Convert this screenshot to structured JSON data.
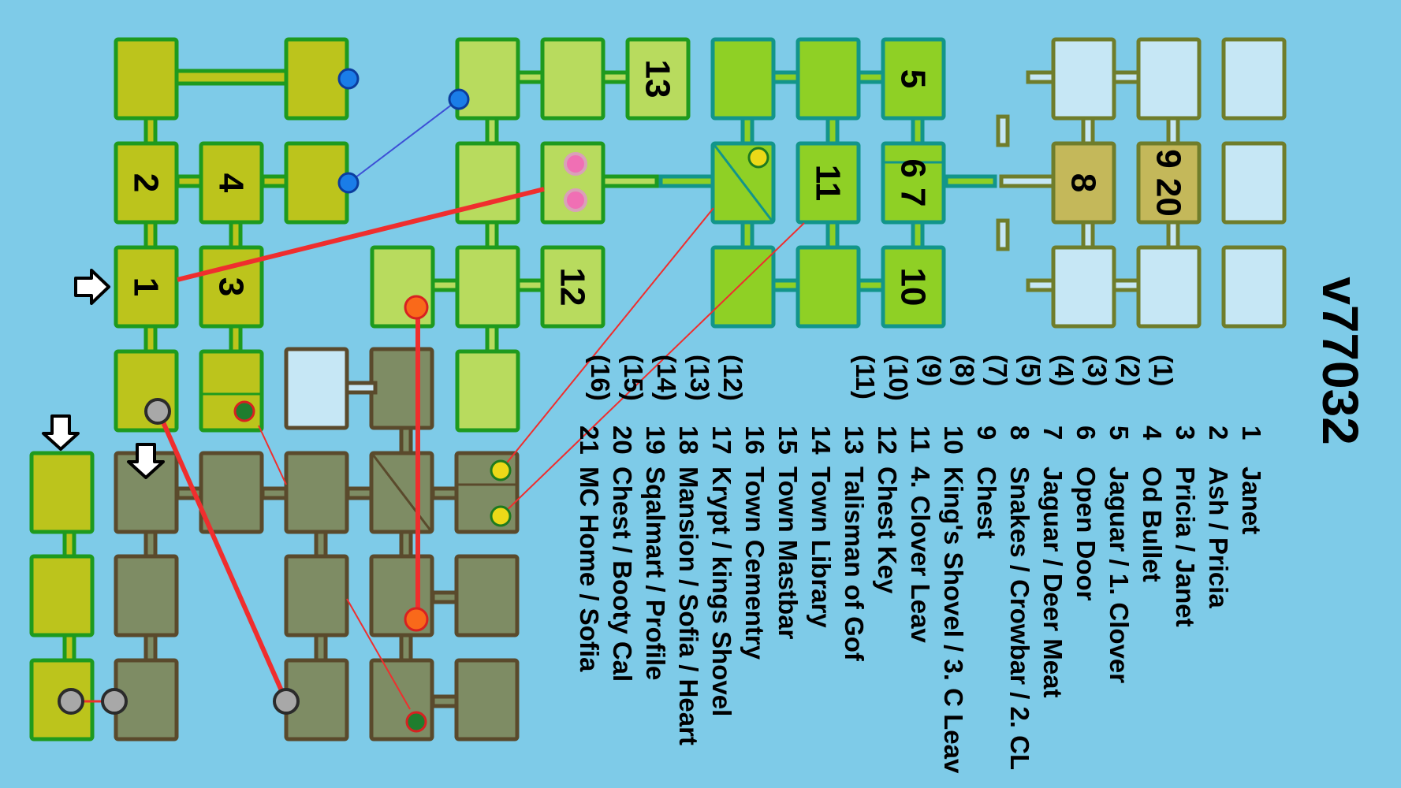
{
  "version": "v77032",
  "colors": {
    "background": "#7ecbe8",
    "zone_a": "#bcc41c",
    "zone_a_border": "#1e9a1e",
    "zone_b": "#b8db5e",
    "zone_b_border": "#1e9a1e",
    "zone_c": "#8fd025",
    "zone_c_border": "#12958a",
    "zone_d": "#c6e7f5",
    "zone_d_border": "#6f7d2b",
    "zone_d_key": "#c4b85a",
    "zone_e": "#7e8c64",
    "zone_e_border": "#5a4a2c",
    "red_line": "#ef2e2e",
    "blue_line": "#3d4fd6"
  },
  "room_numbers": {
    "r2": "2",
    "r4": "4",
    "r1": "1",
    "r3": "3",
    "r13": "13",
    "r12": "12",
    "r11": "11",
    "r5": "5",
    "r67": "6 7",
    "r10": "10",
    "r8": "8",
    "r920": "9 20"
  },
  "legend": {
    "rooms": [
      {
        "num": "1",
        "text": "Janet"
      },
      {
        "num": "2",
        "text": "Ash / Pricia"
      },
      {
        "num": "3",
        "text": "Pricia / Janet"
      },
      {
        "num": "4",
        "text": "Od Bullet"
      },
      {
        "num": "5",
        "text": "Jaguar / 1. Clover"
      },
      {
        "num": "6",
        "text": "Open Door"
      },
      {
        "num": "7",
        "text": "Jaguar / Deer Meat"
      },
      {
        "num": "8",
        "text": "Snakes / Crowbar / 2. CL"
      },
      {
        "num": "9",
        "text": "Chest"
      },
      {
        "num": "10",
        "text": "King's Shovel / 3. C Leav"
      },
      {
        "num": "11",
        "text": "4. Clover Leav"
      },
      {
        "num": "12",
        "text": "Chest Key"
      },
      {
        "num": "13",
        "text": "Talisman of Gof"
      },
      {
        "num": "14",
        "text": "Town Library"
      },
      {
        "num": "15",
        "text": "Town Mastbar"
      },
      {
        "num": "16",
        "text": "Town Cementry"
      },
      {
        "num": "17",
        "text": "Krypt / kings Shovel"
      },
      {
        "num": "18",
        "text": "Mansion / Sofia / Heart"
      },
      {
        "num": "19",
        "text": "Sqalmart / Profile"
      },
      {
        "num": "20",
        "text": "Chest / Booty Cal"
      },
      {
        "num": "21",
        "text": "MC Home / Sofia"
      }
    ],
    "refs_top": [
      "(1)",
      "(2)",
      "(3)",
      "(4)",
      "(5)",
      "(7)",
      "(8)",
      "(9)",
      "(10)",
      "(11)"
    ],
    "refs_bottom": [
      "(12)",
      "(13)",
      "(14)",
      "(15)",
      "(16)"
    ]
  },
  "markers": {
    "blue": "blue-marker",
    "pink": "pink-marker",
    "yellow": "yellow-marker",
    "orange": "orange-marker",
    "green": "green-marker",
    "gray": "gray-marker",
    "arrow": "entry-arrow"
  }
}
